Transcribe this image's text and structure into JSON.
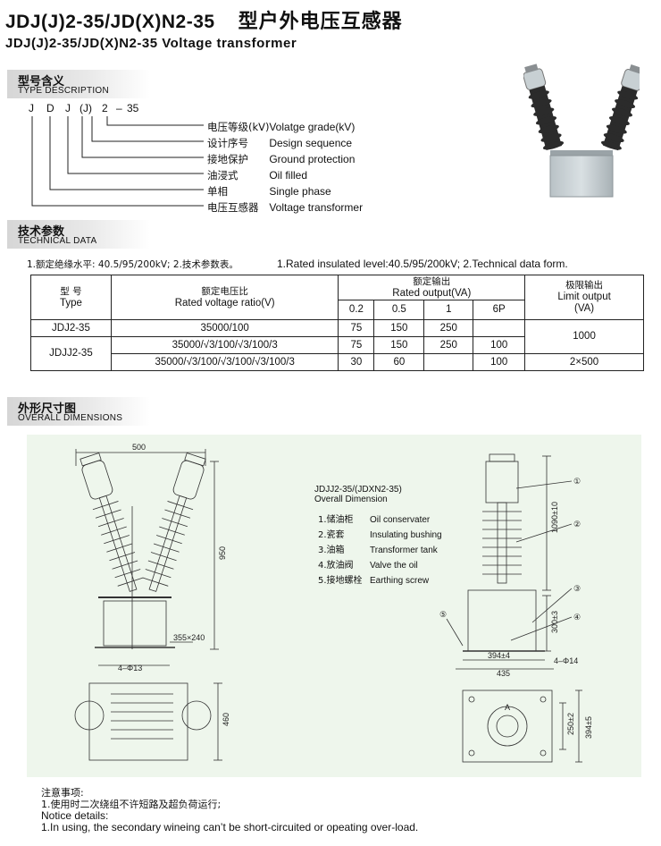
{
  "header": {
    "model_title": "JDJ(J)2-35/JD(X)N2-35",
    "cn_title": "型户外电压互感器",
    "subtitle": "JDJ(J)2-35/JD(X)N2-35  Voltage transformer"
  },
  "type_section": {
    "cn": "型号含义",
    "en": "TYPE DESCRIPTION",
    "code": [
      "J",
      "D",
      "J",
      "(J)",
      "2",
      "–",
      "35"
    ],
    "legend": [
      {
        "cn": "电压等级(kV)",
        "en": "Volatge grade(kV)"
      },
      {
        "cn": "设计序号",
        "en": "Design sequence"
      },
      {
        "cn": "接地保护",
        "en": "Ground protection"
      },
      {
        "cn": "油浸式",
        "en": "Oil filled"
      },
      {
        "cn": "单相",
        "en": "Single phase"
      },
      {
        "cn": "电压互感器",
        "en": "Voltage transformer"
      }
    ]
  },
  "tech_section": {
    "cn": "技术参数",
    "en": "TECHNICAL DATA",
    "note_cn": "1.额定绝缘水平: 40.5/95/200kV;  2.技术参数表。",
    "note_en": "1.Rated insulated level:40.5/95/200kV;    2.Technical data form."
  },
  "table": {
    "h_type_cn": "型   号",
    "h_type_en": "Type",
    "h_ratio_cn": "额定电压比",
    "h_ratio_en": "Rated voltage ratio(V)",
    "h_output_cn": "额定输出",
    "h_output_en": "Rated output(VA)",
    "h_limit_cn": "极限输出",
    "h_limit_en": "Limit output",
    "h_limit_unit": "(VA)",
    "classes": [
      "0.2",
      "0.5",
      "1",
      "6P"
    ],
    "rows": [
      {
        "type": "JDJ2-35",
        "ratio": "35000/100",
        "out": [
          "75",
          "150",
          "250",
          ""
        ]
      },
      {
        "type": "JDJJ2-35",
        "ratio": "35000/√3/100/√3/100/3",
        "out": [
          "75",
          "150",
          "250",
          "100"
        ]
      },
      {
        "type": "",
        "ratio": "35000/√3/100/√3/100/√3/100/3",
        "out": [
          "30",
          "60",
          "",
          "100"
        ]
      }
    ],
    "limit_1": "1000",
    "limit_2": "2×500"
  },
  "dim_section": {
    "cn": "外形尺寸图",
    "en": "OVERALL DIMENSIONS",
    "legend_title_1": "JDJJ2-35/(JDXN2-35)",
    "legend_title_2": "Overall Dimension",
    "items": [
      {
        "cn": "1.储油柜",
        "en": "Oil conservater"
      },
      {
        "cn": "2.瓷套",
        "en": "Insulating bushing"
      },
      {
        "cn": "3.油箱",
        "en": "Transformer tank"
      },
      {
        "cn": "4.放油阀",
        "en": "Valve the oil"
      },
      {
        "cn": "5.接地螺栓",
        "en": "Earthing screw"
      }
    ],
    "dims": {
      "w500": "500",
      "h950": "950",
      "base": "355×240",
      "holes_l": "4–Φ13",
      "h460": "460",
      "h1090": "1090±10",
      "h300": "300±3",
      "w394": "394±4",
      "w435": "435",
      "holes_r": "4–Φ14",
      "h250": "250±2",
      "h394": "394±5",
      "mark_a": "A",
      "callouts": [
        "①",
        "②",
        "③",
        "④",
        "⑤"
      ]
    }
  },
  "notice": {
    "cn_title": "注意事项:",
    "cn_1": "1.使用时二次绕组不许短路及超负荷运行;",
    "en_title": "Notice details:",
    "en_1": "1.In using, the secondary wineing can’t be short-circuited or opeating over-load."
  }
}
